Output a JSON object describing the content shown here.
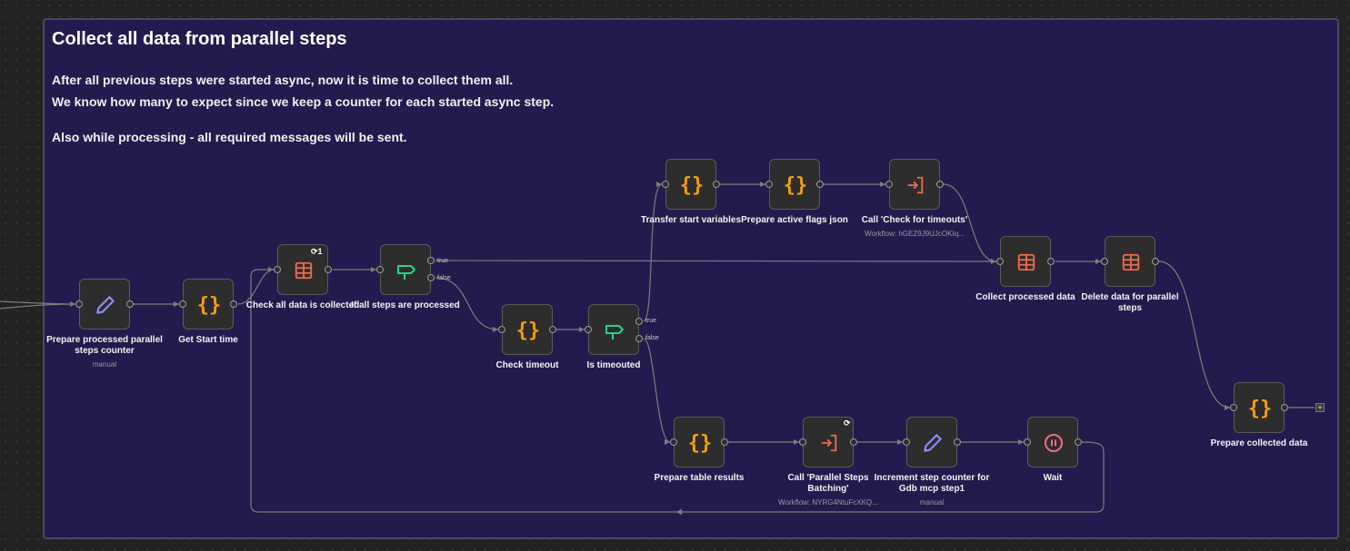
{
  "sticky": {
    "title": "Collect all data from parallel steps",
    "line1": "After all previous steps were started async, now it is time to collect them all.",
    "line2": "We know how many to expect since we keep a counter for each started async step.",
    "line3": "Also while processing - all required messages will be sent."
  },
  "colors": {
    "sticky_bg": "#221c4e",
    "code_icon": "#f59e0b",
    "table_icon": "#ef6c4d",
    "if_icon": "#2fd08a",
    "pencil_icon": "#8f8cf5",
    "wait_icon": "#f06d86"
  },
  "nodes": {
    "prepare_counter": {
      "label": "Prepare processed parallel steps counter",
      "sub": "manual",
      "icon": "pencil-icon"
    },
    "get_start_time": {
      "label": "Get Start time",
      "icon": "code-braces-icon"
    },
    "check_all_data": {
      "label": "Check all data is collected",
      "badge": "1",
      "icon": "table-icon"
    },
    "if_all_processed": {
      "label": "If all steps are processed",
      "icon": "signpost-icon"
    },
    "check_timeout": {
      "label": "Check timeout",
      "icon": "code-braces-icon"
    },
    "is_timeouted": {
      "label": "Is timeouted",
      "icon": "signpost-icon"
    },
    "transfer_start": {
      "label": "Transfer start variables",
      "icon": "code-braces-icon"
    },
    "prepare_flags": {
      "label": "Prepare active flags json",
      "icon": "code-braces-icon"
    },
    "call_check_timeouts": {
      "label": "Call 'Check for timeouts'",
      "sub": "Workflow: hGEZ9J9UJcOKIq...",
      "icon": "execute-workflow-icon"
    },
    "collect_processed": {
      "label": "Collect processed data",
      "icon": "table-icon"
    },
    "delete_data": {
      "label": "Delete data for parallel steps",
      "icon": "table-icon"
    },
    "prepare_collected": {
      "label": "Prepare collected data",
      "icon": "code-braces-icon"
    },
    "prepare_table": {
      "label": "Prepare table results",
      "icon": "code-braces-icon"
    },
    "call_parallel": {
      "label": "Call 'Parallel Steps Batching'",
      "sub": "Workflow: NYRG4NtuFcXKQ...",
      "icon": "execute-workflow-icon"
    },
    "increment_counter": {
      "label": "Increment step counter for Gdb mcp step1",
      "sub": "manual",
      "icon": "pencil-icon"
    },
    "wait": {
      "label": "Wait",
      "icon": "pause-icon"
    }
  },
  "branches": {
    "true_label": "true",
    "false_label": "false"
  },
  "add_node": "+"
}
